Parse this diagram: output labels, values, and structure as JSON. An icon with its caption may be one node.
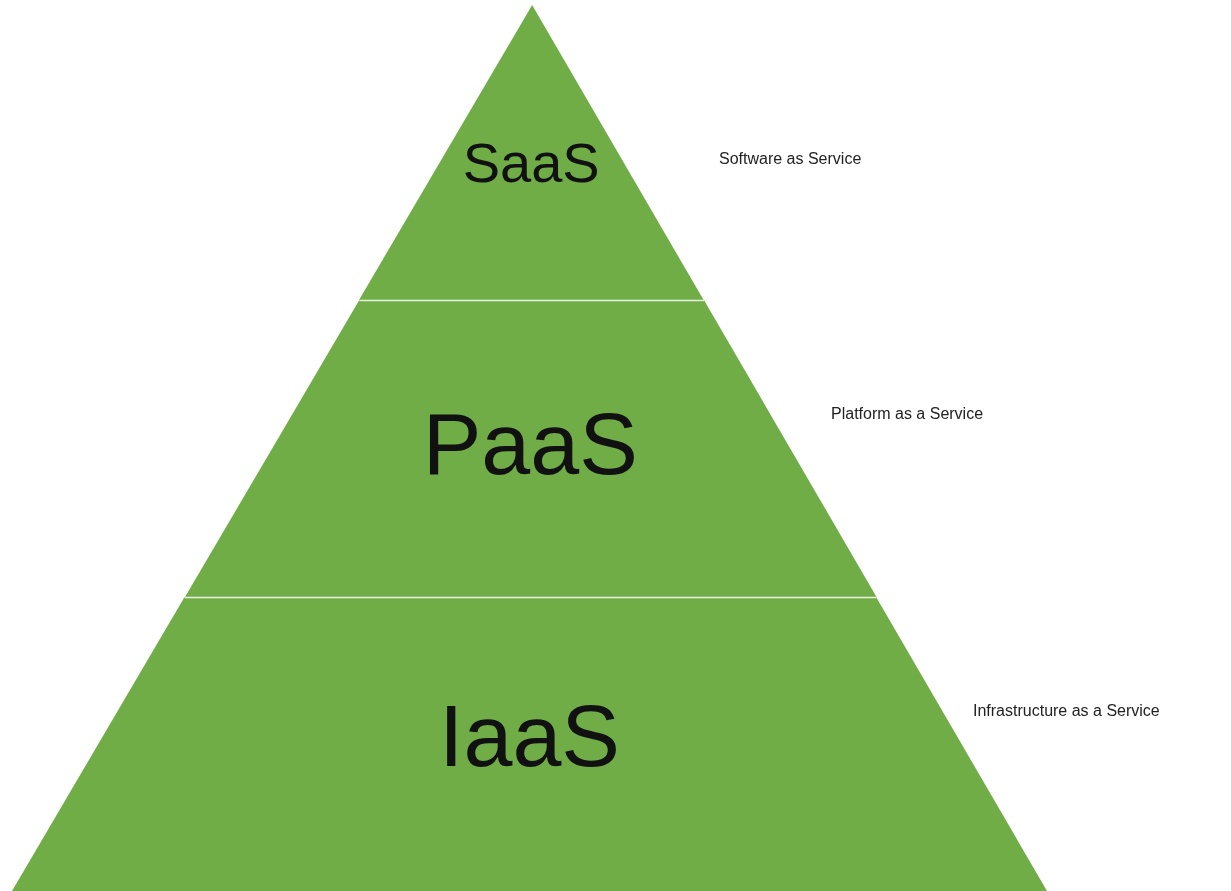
{
  "diagram": {
    "nodes": [
      {
        "text": [
          "SaaS"
        ],
        "beside": [
          "Software as Service"
        ]
      },
      {
        "text": [
          "PaaS"
        ],
        "beside": [
          "Platform as a Service"
        ]
      },
      {
        "text": [
          "IaaS"
        ],
        "beside": [
          "Infrastructure as a Service"
        ]
      }
    ]
  }
}
